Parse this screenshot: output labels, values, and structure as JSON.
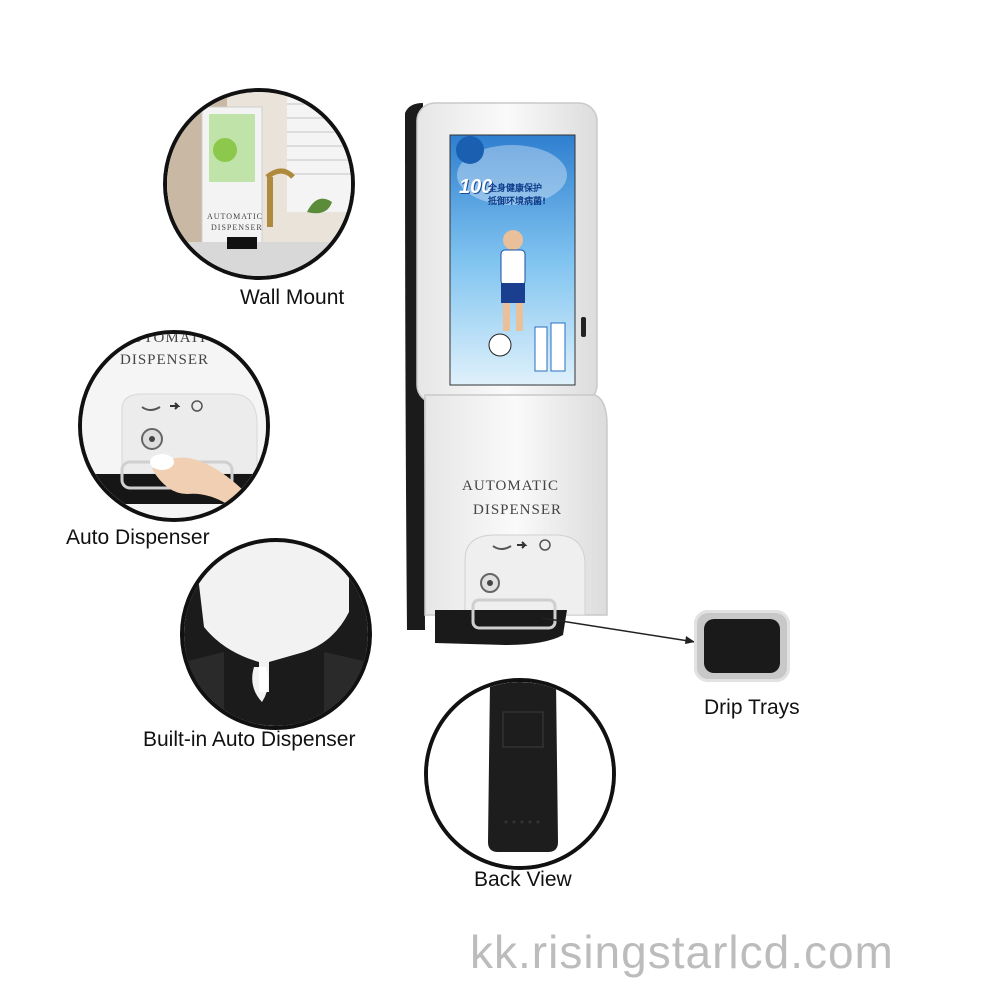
{
  "callouts": {
    "wall_mount": "Wall Mount",
    "auto_dispenser": "Auto Dispenser",
    "builtin_dispenser": "Built-in Auto Dispenser",
    "drip_trays": "Drip Trays",
    "back_view": "Back View"
  },
  "device": {
    "line1": "AUTOMATIC",
    "line2": "DISPENSER",
    "screen_number": "100",
    "screen_tagline1": "全身健康保护",
    "screen_tagline2": "抵御环境病菌!"
  },
  "wall_mount_panel": {
    "line1": "AUTOMATIC",
    "line2": "DISPENSER"
  },
  "auto_panel": {
    "line1": "AUTOMATI",
    "line2": "DISPENSER"
  },
  "watermark": "kk.risingstarlcd.com",
  "colors": {
    "outline": "#111111",
    "device_body": "#f2f2f2",
    "screen_sky": "#4a9de0",
    "tray": "#1a1a1a"
  }
}
